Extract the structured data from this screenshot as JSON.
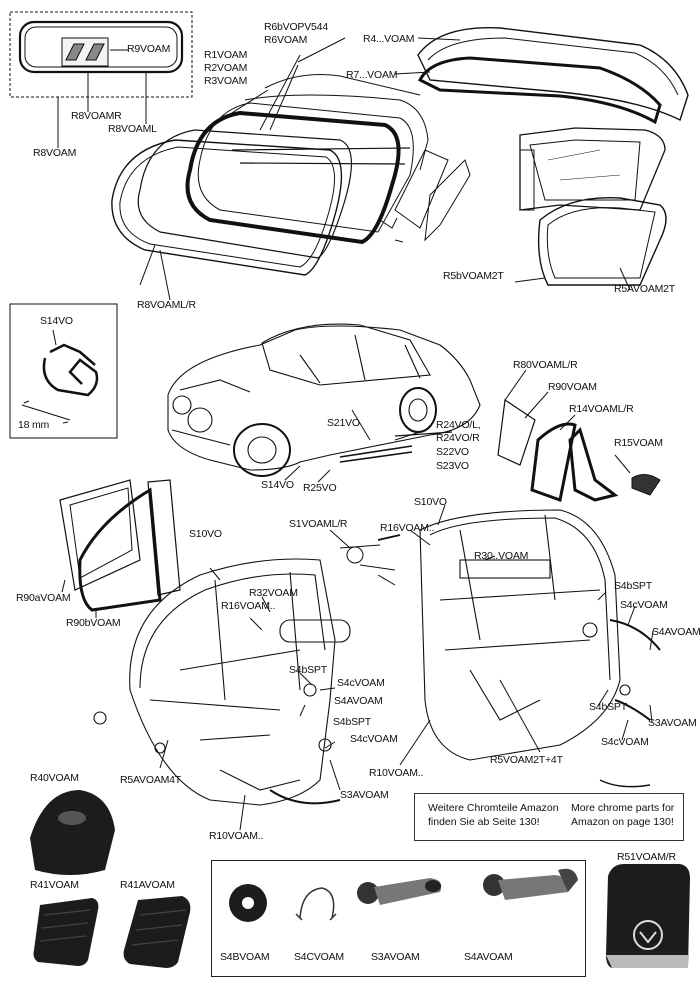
{
  "labels": {
    "r9voam": "R9VOAM",
    "r8voamr": "R8VOAMR",
    "r8voaml": "R8VOAML",
    "r8voam": "R8VOAM",
    "r1voam": "R1VOAM",
    "r2voam": "R2VOAM",
    "r3voam": "R3VOAM",
    "r6bvopv544": "R6bVOPV544",
    "r6voam": "R6VOAM",
    "r4voam": "R4...VOAM",
    "r7voam": "R7...VOAM",
    "r8voamlr": "R8VOAML/R",
    "r5bvoam2t": "R5bVOAM2T",
    "r5avoam2t": "R5AVOAM2T",
    "s14vo_box": "S14VO",
    "mm18": "18 mm",
    "r80voamlr": "R80VOAML/R",
    "r90voam": "R90VOAM",
    "r14voamlr": "R14VOAML/R",
    "r15voam": "R15VOAM",
    "s21vo": "S21VO",
    "r24vol": "R24VO/L,",
    "r24vor": "R24VO/R",
    "s22vo": "S22VO",
    "s23vo": "S23VO",
    "s14vo": "S14VO",
    "r25vo": "R25VO",
    "s10vo_left": "S10VO",
    "s10vo_right": "S10VO",
    "s1voamlr": "S1VOAML/R",
    "r16voam_right": "R16VOAM..",
    "r30voam": "R30..VOAM",
    "r90avoam": "R90aVOAM",
    "r90bvoam": "R90bVOAM",
    "r32voam": "R32VOAM",
    "r16voam_left": "R16VOAM..",
    "s4bspt_right1": "S4bSPT",
    "s4cvoam_right1": "S4cVOAM",
    "s4avoam_right1": "S4AVOAM",
    "s4bspt_mid1": "S4bSPT",
    "s4cvoam_mid1": "S4cVOAM",
    "s4avoam_mid": "S4AVOAM",
    "s4bspt_mid2": "S4bSPT",
    "s4cvoam_mid2": "S4cVOAM",
    "s4bspt_right2": "S4bSPT",
    "s3avoam_right": "S3AVOAM",
    "s4cvoam_right2": "S4cVOAM",
    "r5avoam4t": "R5AVOAM4T",
    "s3avoam_mid": "S3AVOAM",
    "r5voam2t4t": "R5VOAM2T+4T",
    "r10voam_right": "R10VOAM..",
    "r10voam_left": "R10VOAM..",
    "r40voam": "R40VOAM",
    "r41voam": "R41VOAM",
    "r41avoam": "R41AVOAM",
    "s4bvoam": "S4BVOAM",
    "s4cvoam": "S4CVOAM",
    "s3avoam": "S3AVOAM",
    "s4avoam": "S4AVOAM",
    "r51voamr": "R51VOAM/R"
  },
  "note": {
    "de_line1": "Weitere Chromteile Amazon",
    "de_line2": "finden Sie ab Seite 130!",
    "en_line1": "More chrome parts for",
    "en_line2": "Amazon on page 130!"
  }
}
